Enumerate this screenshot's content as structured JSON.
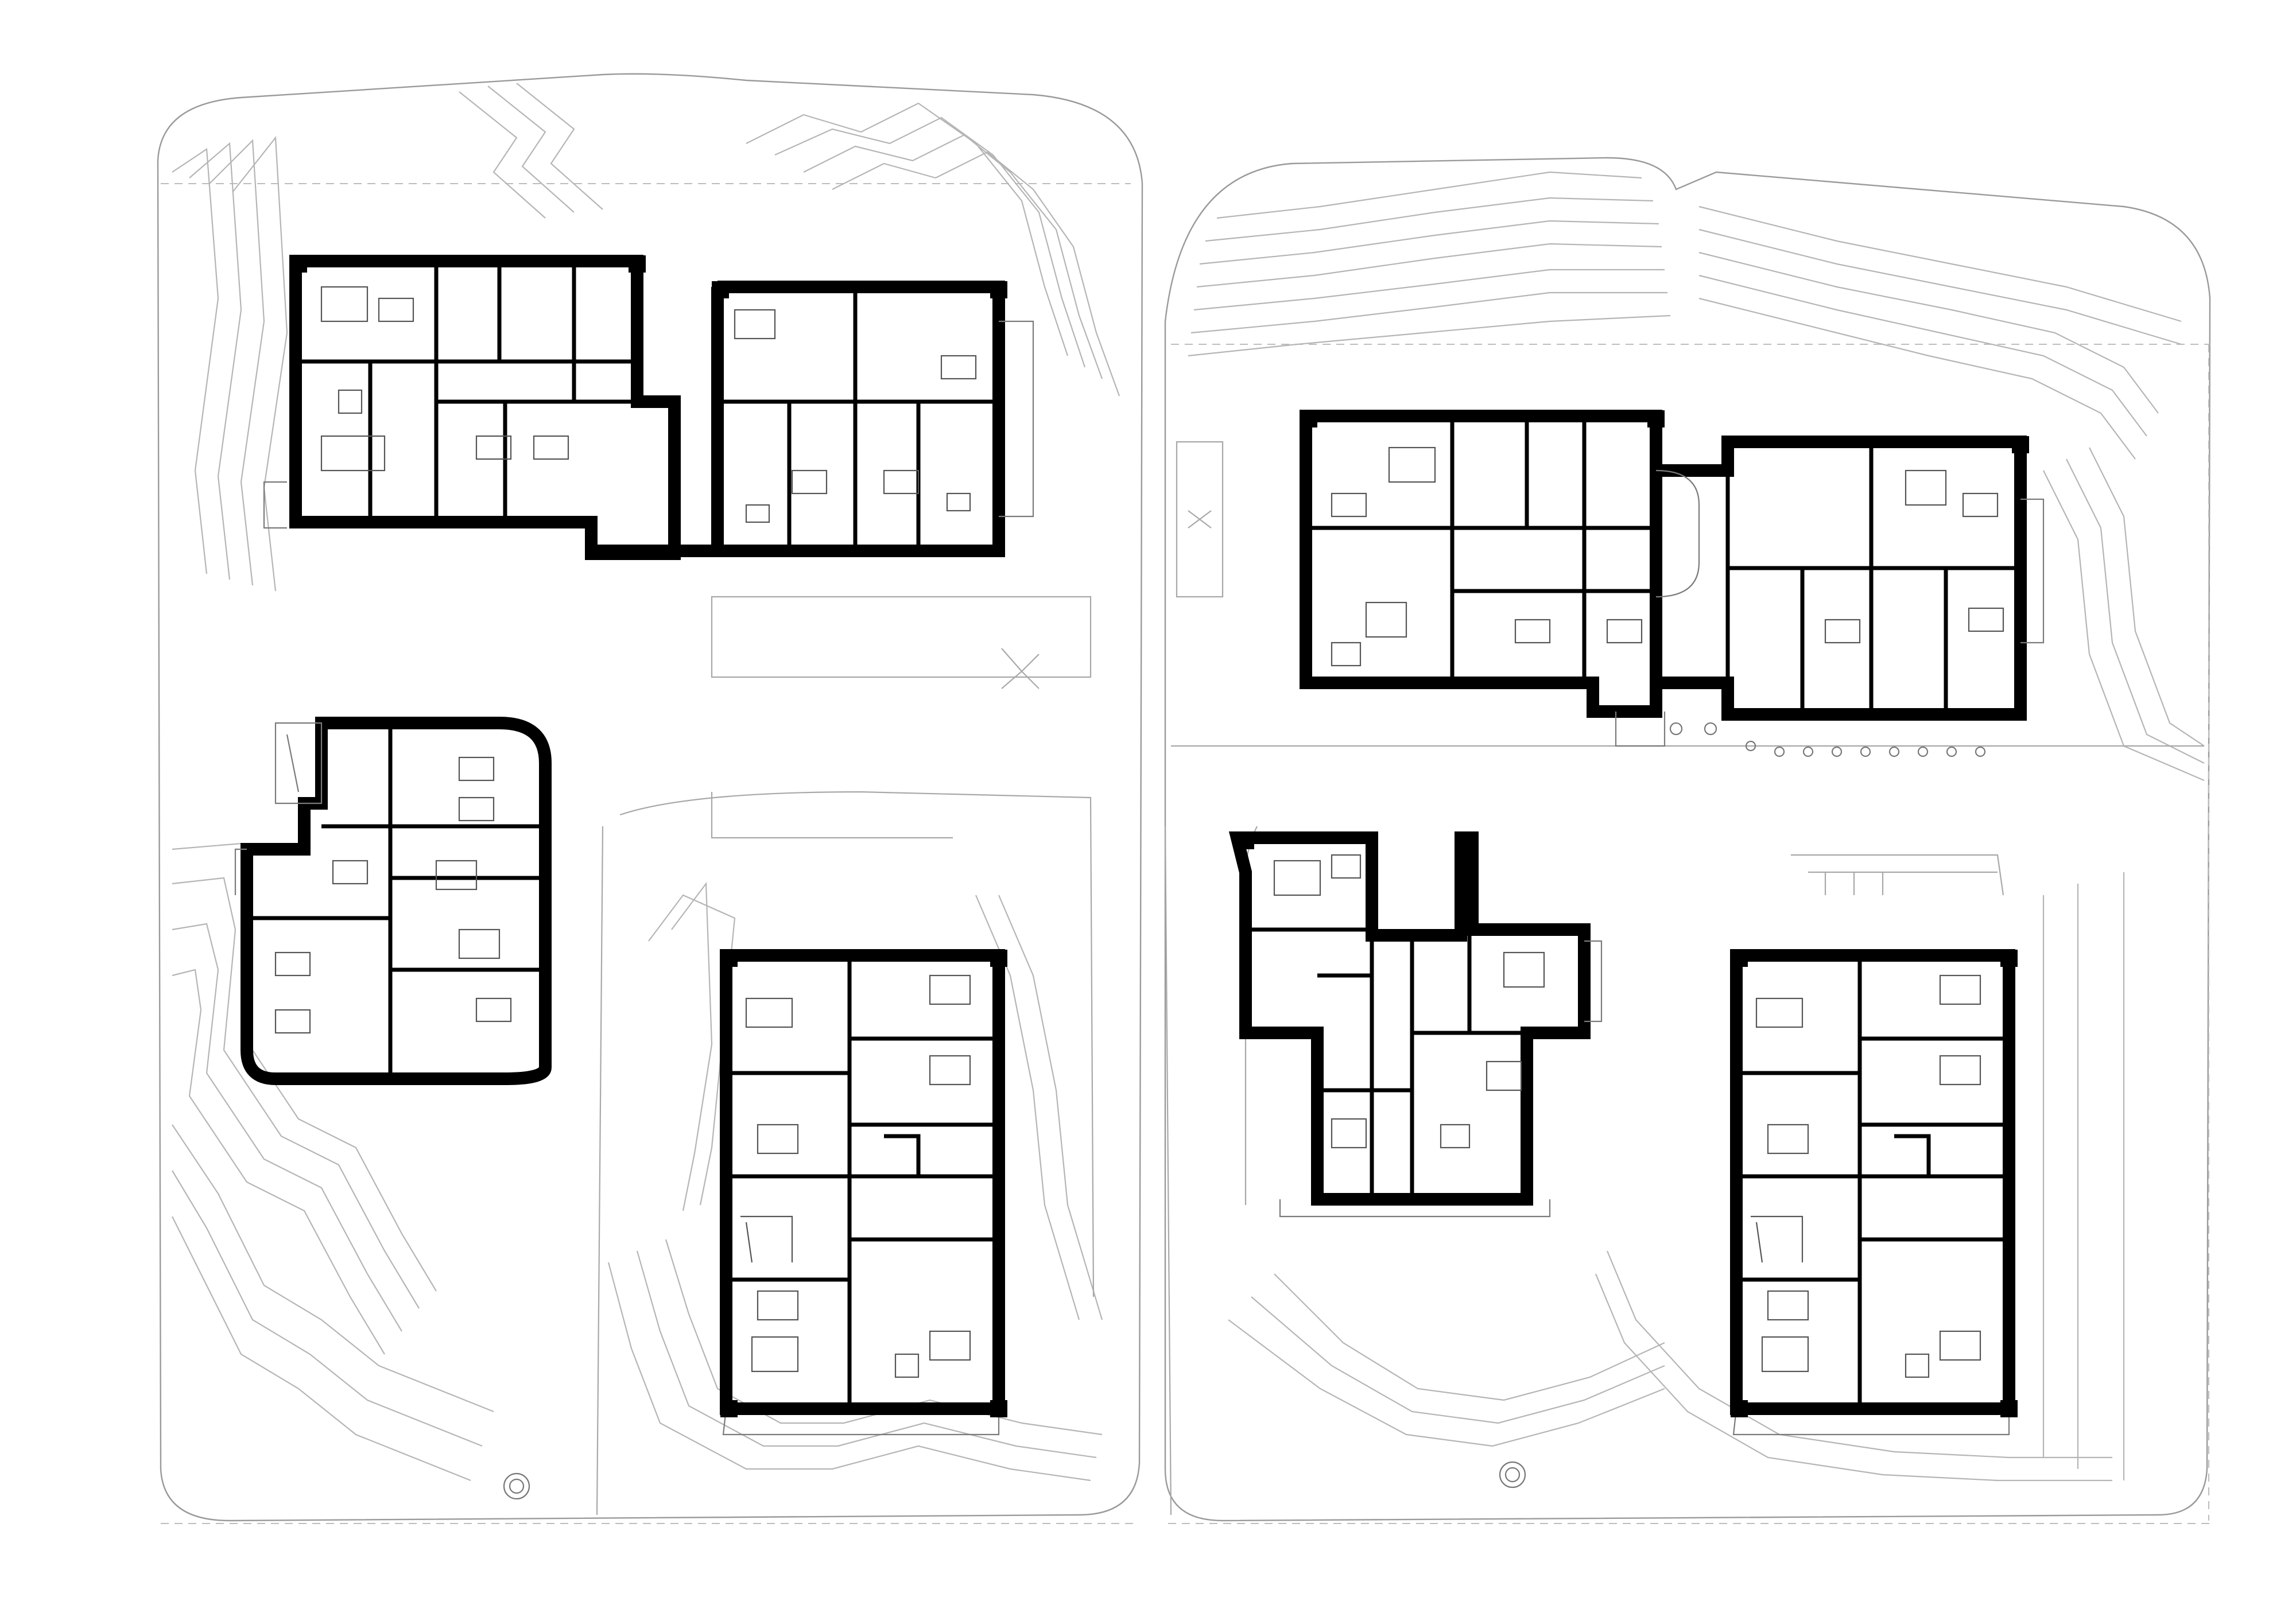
{
  "drawing": {
    "type": "site plan with ground floor plans",
    "buildings": [
      {
        "id": "north-west-block"
      },
      {
        "id": "north-east-block"
      },
      {
        "id": "west-villa"
      },
      {
        "id": "south-block-1"
      },
      {
        "id": "south-block-2"
      },
      {
        "id": "south-block-3"
      }
    ]
  },
  "colors": {
    "walls": "#000000",
    "contours": "#b5b5b5",
    "background": "#ffffff"
  }
}
